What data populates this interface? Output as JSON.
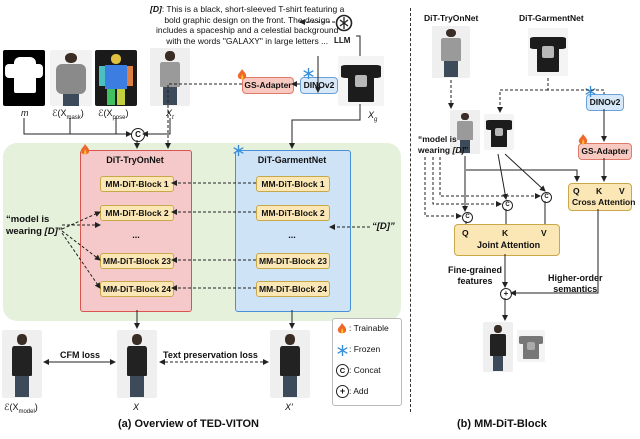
{
  "top_description": {
    "tag": "[D]",
    "text_line1": ": This is a black, short-sleeved T-shirt featuring a",
    "text_line2": "bold graphic design on the front. The design",
    "text_line3": "includes a spaceship and a celestial background",
    "text_line4": "with the words \"GALAXY\" in large letters ..."
  },
  "llm_label": "LLM",
  "gs_adapter": "GS-Adapter",
  "dinov2": "DINOv2",
  "concat_symbol": "C",
  "add_symbol": "+",
  "input_labels": {
    "m": "m",
    "mask_prefix": "ℰ(X",
    "mask_sub": "mask",
    "pose_prefix": "ℰ(X",
    "pose_sub": "pose",
    "close": ")",
    "xt": "X",
    "xt_sub": "t",
    "xg": "X",
    "xg_sub": "g"
  },
  "tryon_net": {
    "title": "DiT-TryOnNet",
    "blocks": [
      "MM-DiT-Block 1",
      "MM-DiT-Block 2",
      "...",
      "MM-DiT-Block 23",
      "MM-DiT-Block 24"
    ]
  },
  "garment_net": {
    "title": "DiT-GarmentNet",
    "blocks": [
      "MM-DiT-Block 1",
      "MM-DiT-Block 2",
      "...",
      "MM-DiT-Block 23",
      "MM-DiT-Block 24"
    ]
  },
  "prompt_left_line1": "“model is",
  "prompt_left_line2_a": "wearing ",
  "prompt_left_line2_b": "[D]",
  "prompt_left_line2_c": "”",
  "prompt_right": "“[D]”",
  "bottom_labels": {
    "model_prefix": "ℰ(X",
    "model_sub": "model",
    "model_close": ")",
    "x": "X",
    "x_prime": "X′",
    "cfm_loss": "CFM loss",
    "text_loss": "Text preservation loss"
  },
  "legend": {
    "trainable": ": Trainable",
    "frozen": ": Frozen",
    "concat": ": Concat",
    "add": ": Add"
  },
  "caption_a": "(a) Overview of TED-VITON",
  "caption_b": "(b) MM-DiT-Block",
  "right_panel": {
    "tryon_title": "DiT-TryOnNet",
    "garment_title": "DiT-GarmentNet",
    "prompt_line1": "“model is",
    "prompt_line2_a": "wearing ",
    "prompt_line2_b": "[D]",
    "prompt_line2_c": "”",
    "joint_q": "Q",
    "joint_k": "K",
    "joint_v": "V",
    "joint_label": "Joint Attention",
    "cross_q": "Q",
    "cross_k": "K",
    "cross_v": "V",
    "cross_label": "Cross Attention",
    "fine_line1": "Fine-grained",
    "fine_line2": "features",
    "higher_line1": "Higher-order",
    "higher_line2": "semantics"
  }
}
